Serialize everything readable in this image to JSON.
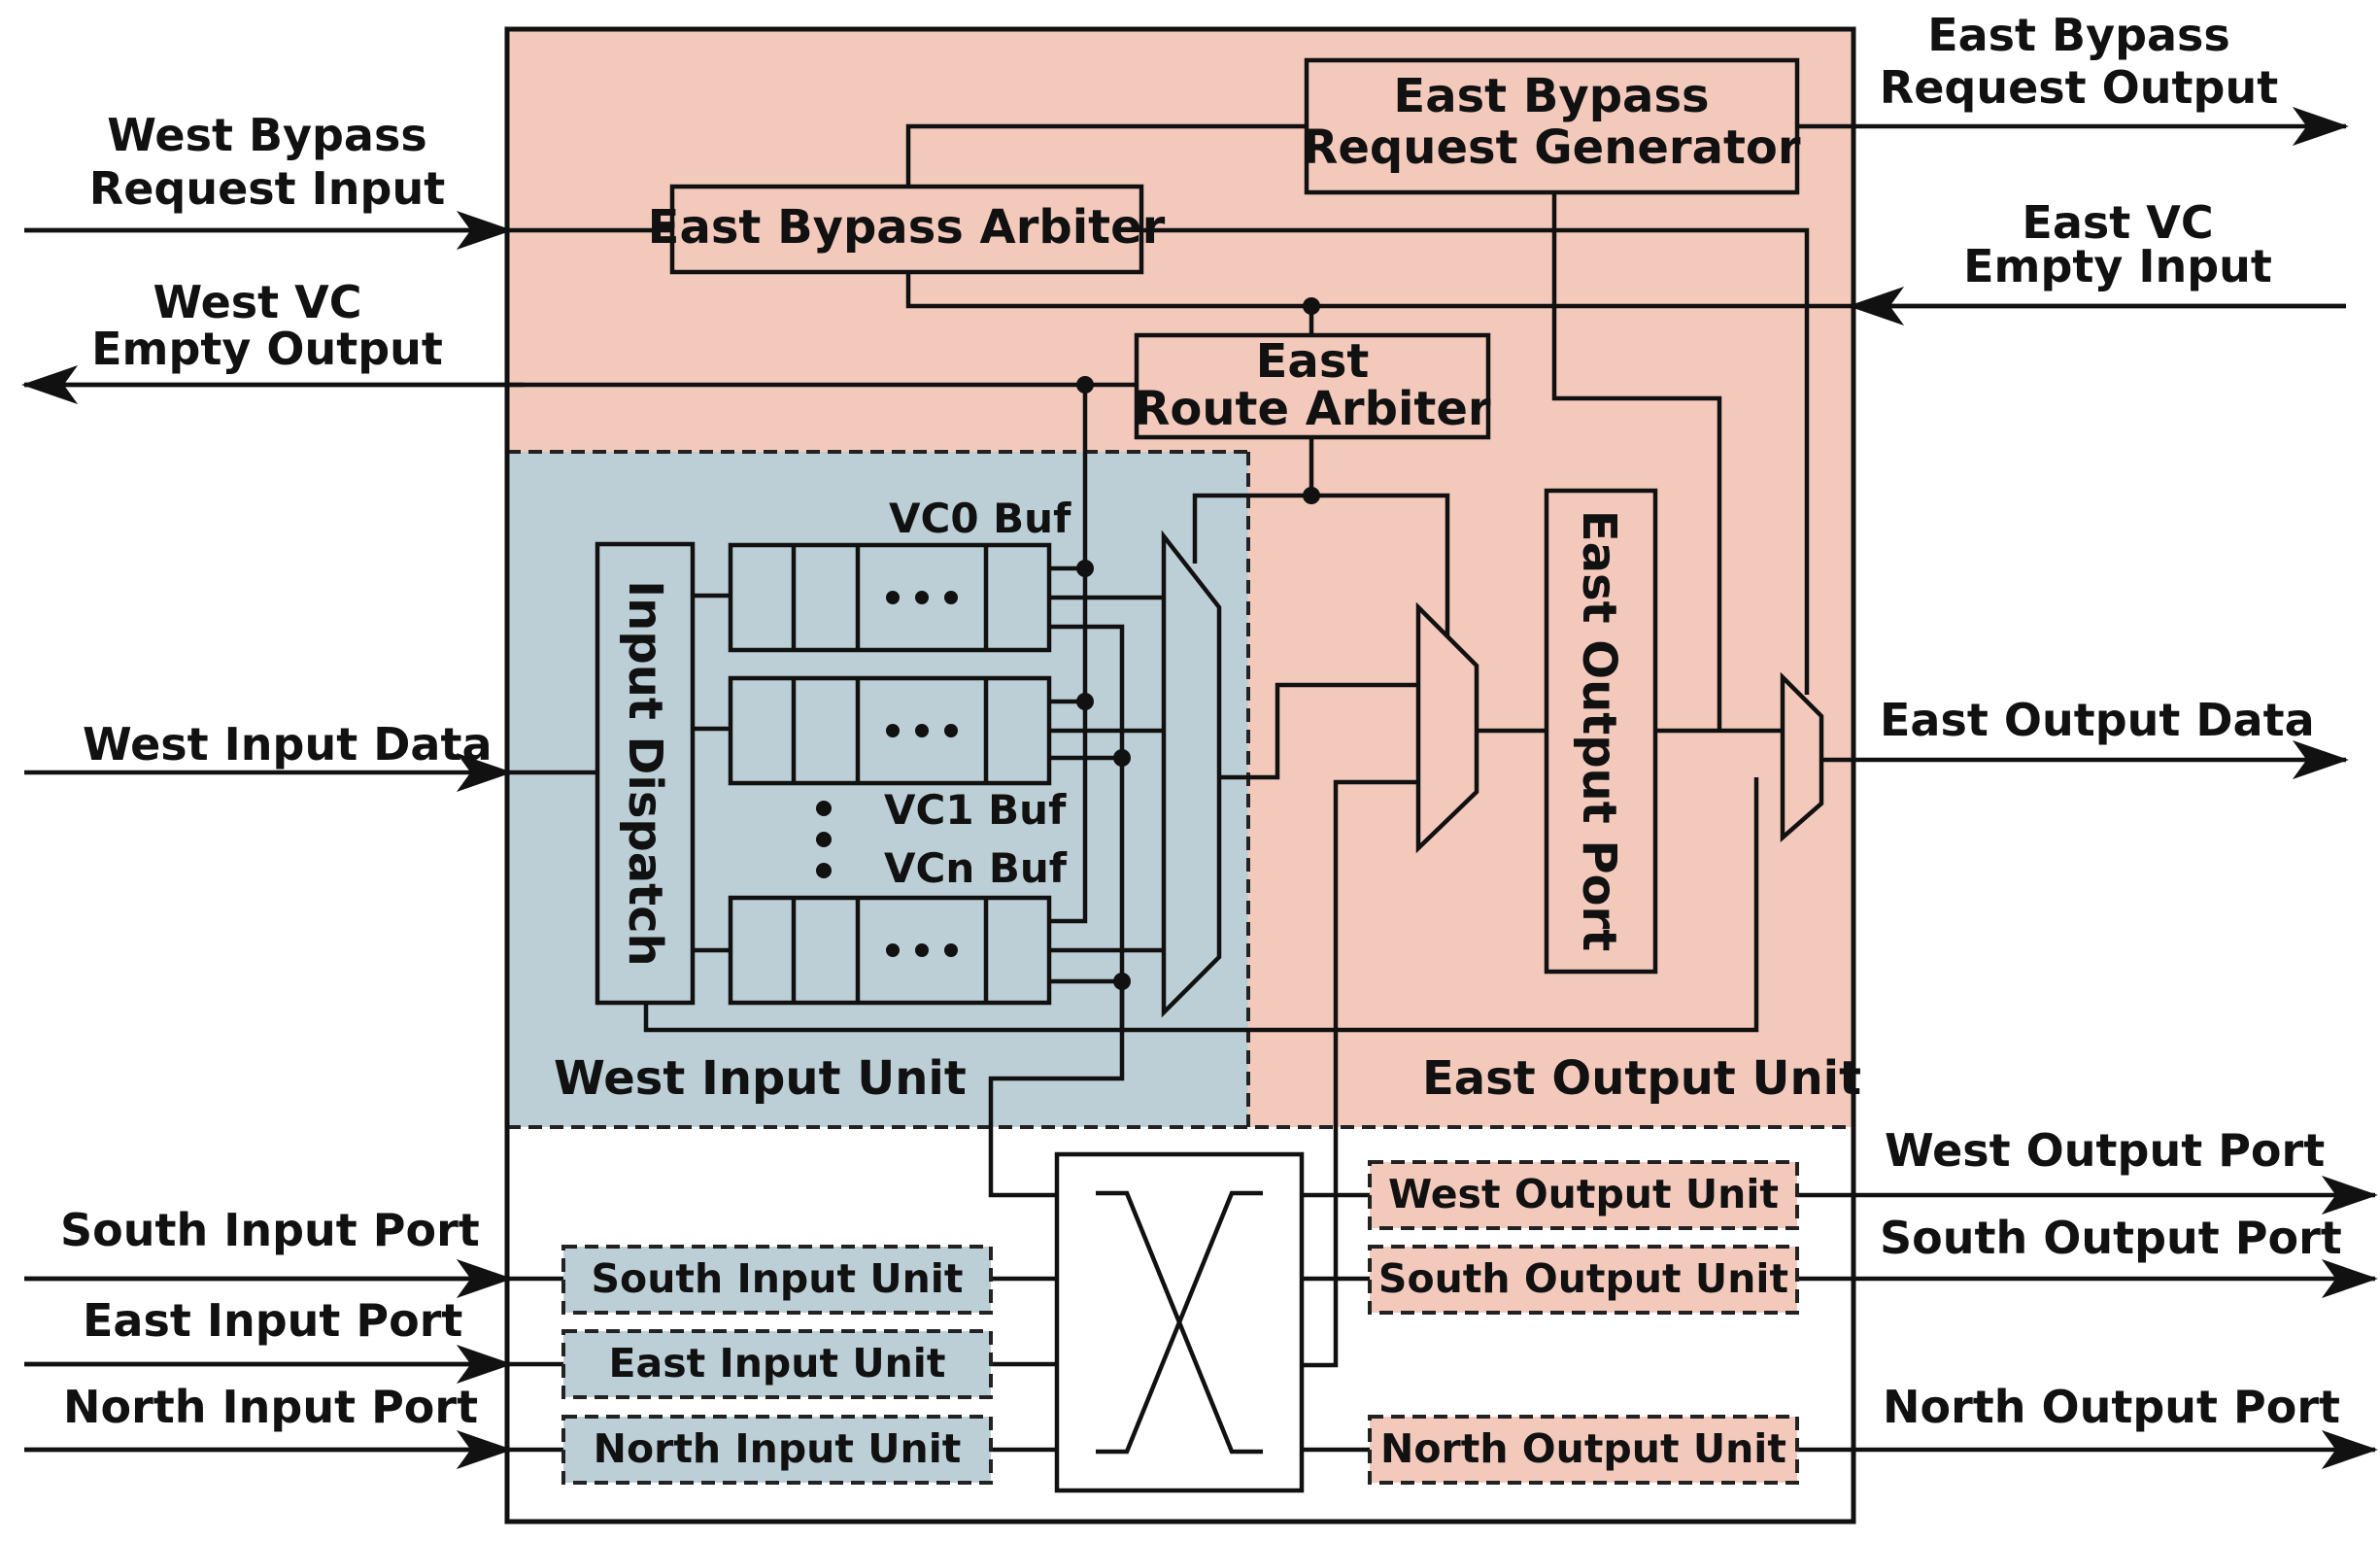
{
  "colors": {
    "output_region": "#f3c9bc",
    "input_region": "#bdcfd6",
    "output_unit_fill": "#f3c9bc",
    "input_unit_fill": "#bdcfd6",
    "line": "#111111"
  },
  "external": {
    "west_bypass_request_input": [
      "West Bypass",
      "Request Input"
    ],
    "west_vc_empty_output": [
      "West VC",
      "Empty Output"
    ],
    "west_input_data": "West Input Data",
    "south_input_port": "South Input Port",
    "east_input_port": "East Input Port",
    "north_input_port": "North Input Port",
    "east_bypass_request_output": [
      "East Bypass",
      "Request Output"
    ],
    "east_vc_empty_input": [
      "East VC",
      "Empty Input"
    ],
    "east_output_data": "East Output Data",
    "west_output_port": "West Output Port",
    "south_output_port": "South Output Port",
    "north_output_port": "North Output Port"
  },
  "blocks": {
    "east_bypass_request_generator": [
      "East Bypass",
      "Request Generator"
    ],
    "east_bypass_arbiter": "East Bypass Arbiter",
    "east_route_arbiter": [
      "East",
      "Route Arbiter"
    ],
    "input_dispatch": "Input Dispatch",
    "east_output_port": "East Output Port"
  },
  "buffers": {
    "vc0": "VC0 Buf",
    "vc1": "VC1 Buf",
    "vcn": "VCn Buf"
  },
  "regions": {
    "west_input_unit": "West Input Unit",
    "east_output_unit": "East Output Unit"
  },
  "units": {
    "south_input_unit": "South Input Unit",
    "east_input_unit": "East Input Unit",
    "north_input_unit": "North Input Unit",
    "west_output_unit": "West Output Unit",
    "south_output_unit": "South Output Unit",
    "north_output_unit": "North Output Unit"
  }
}
